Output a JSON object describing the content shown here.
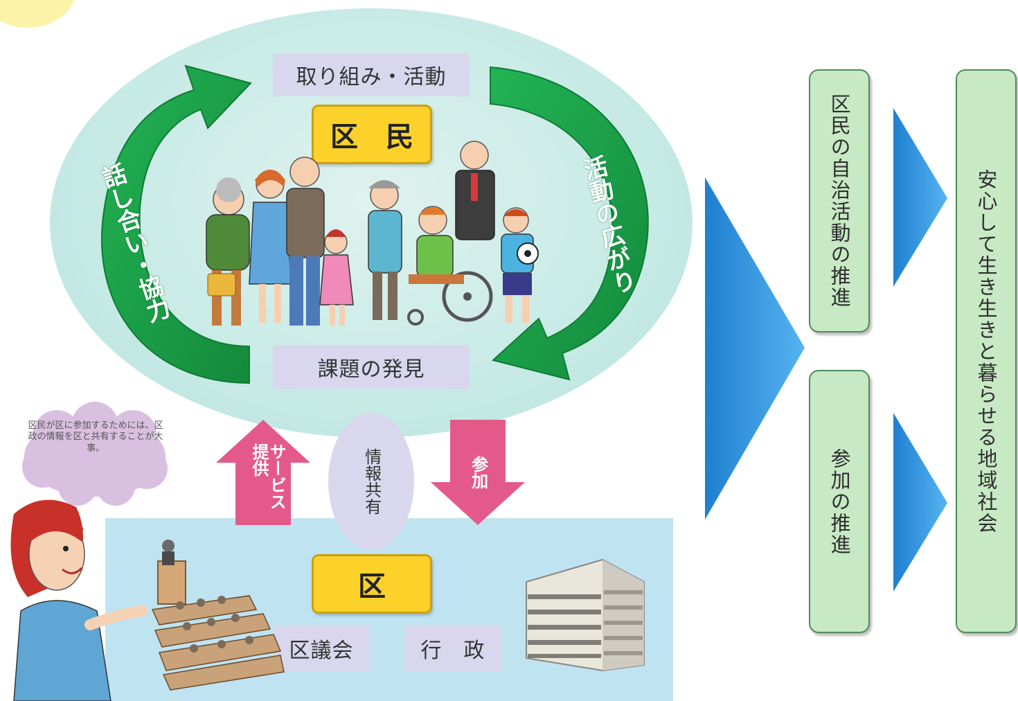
{
  "center": {
    "activity_label": "取り組み・活動",
    "residents_label": "区　民",
    "issues_label": "課題の発見",
    "left_cycle_text": "話し合い・協力",
    "right_cycle_text": "活動の広がり"
  },
  "flows": {
    "service_label": "サービス提供",
    "info_share_label": "情報共有",
    "participation_label": "参加"
  },
  "ward": {
    "title": "区",
    "assembly_label": "区議会",
    "administration_label": "行　政"
  },
  "speech": {
    "bubble_text": "区民が区に参加するためには、区政の情報を区と共有することが大事。"
  },
  "outcomes": {
    "box1": "区民の自治活動の推進",
    "box2": "参加の推進",
    "final": "安心して生き生きと暮らせる地域社会"
  },
  "colors": {
    "ellipse": "#c9ebe6",
    "cycle_arrow": "#1ea44b",
    "flow_arrow": "#e35a8a",
    "ward_panel": "#bfe3f1",
    "label_bg": "#d9d7ee",
    "accent_yellow": "#fbd12a",
    "outcome_box": "#c7e9c4",
    "chevron": "#2f8fd8"
  },
  "icons": {
    "residents": "residents-group-illustration",
    "assembly": "assembly-hall-illustration",
    "office": "office-building-illustration",
    "guide": "woman-guide-illustration"
  }
}
